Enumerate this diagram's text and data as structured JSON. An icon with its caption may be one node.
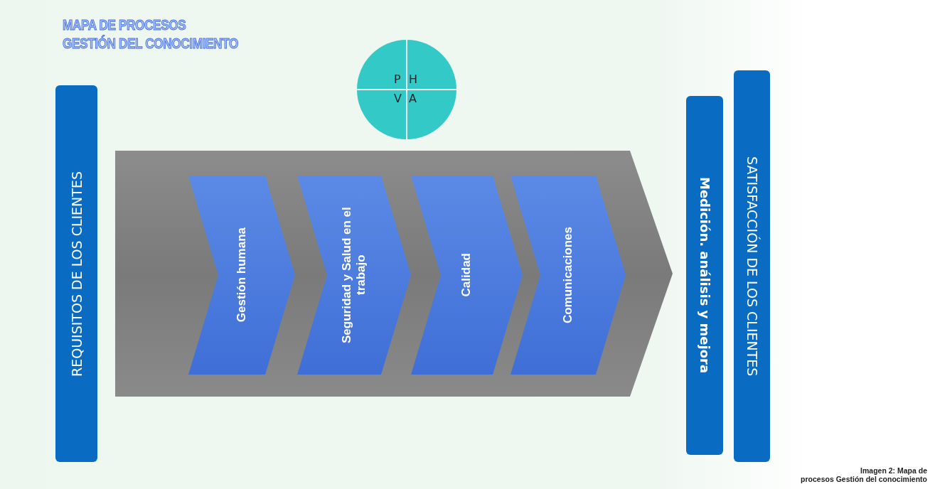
{
  "diagram": {
    "title": "MAPA DE PROCESOS GESTIÓN DEL CONOCIMIENTO",
    "caption": "Imagen 2: Mapa de procesos Gestión del conocimiento",
    "nodes": [
      {
        "text": [
          "REQUISITOS DE LOS CLIENTES"
        ]
      },
      {
        "text": [],
        "shape": "arrow"
      },
      {
        "text": [
          "Gestión humana"
        ],
        "in": 1
      },
      {
        "text": [
          "Seguridad y Salud en el trabajo"
        ],
        "in": 1
      },
      {
        "text": [
          "Calidad"
        ],
        "in": 1
      },
      {
        "text": [
          "Comunicaciones"
        ],
        "in": 1
      },
      {
        "text": [
          "Medición. análisis y mejora"
        ]
      },
      {
        "text": [
          "SATISFACCIÓN  DE LOS CLIENTES"
        ]
      },
      {
        "text": [
          "P",
          "H",
          "V",
          "A"
        ]
      }
    ],
    "edges": []
  }
}
